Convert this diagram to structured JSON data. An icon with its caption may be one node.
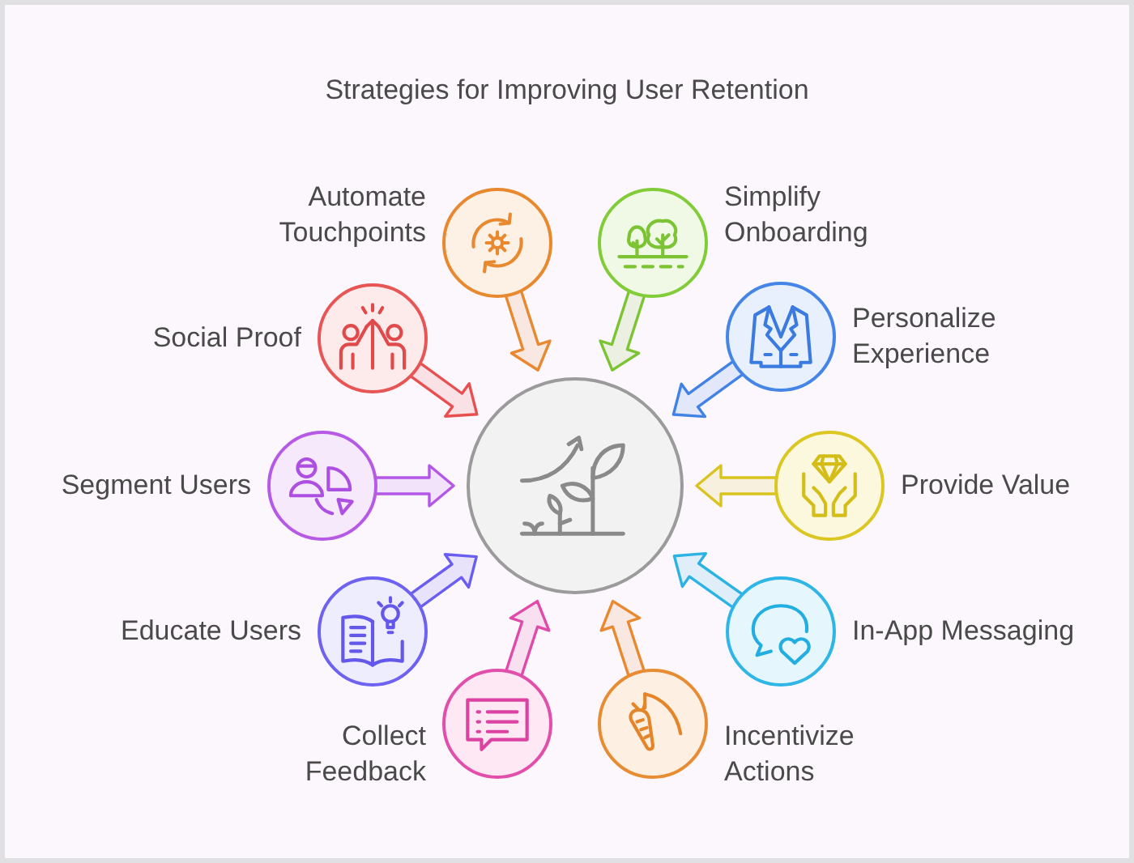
{
  "diagram": {
    "title": "Strategies for Improving User Retention",
    "nodes": [
      {
        "text": [
          "Automate Touchpoints"
        ]
      },
      {
        "text": [
          "Simplify Onboarding"
        ]
      },
      {
        "text": [
          "Social Proof"
        ]
      },
      {
        "text": [
          "Personalize Experience"
        ]
      },
      {
        "text": [
          "Segment Users"
        ]
      },
      {
        "text": [],
        "shape": "circle"
      },
      {
        "text": [
          "Provide Value"
        ]
      },
      {
        "text": [
          "Educate Users"
        ]
      },
      {
        "text": [
          "In-App Messaging"
        ]
      },
      {
        "text": [
          "Collect Feedback"
        ]
      },
      {
        "text": [
          "Incentivize Actions"
        ]
      }
    ],
    "edges": [
      {
        "from": 0,
        "to": 5,
        "arrow": "to",
        "color": "#e8892f"
      },
      {
        "from": 1,
        "to": 5,
        "arrow": "to",
        "color": "#7cc434"
      },
      {
        "from": 2,
        "to": 5,
        "arrow": "to",
        "color": "#e85050"
      },
      {
        "from": 3,
        "to": 5,
        "arrow": "to",
        "color": "#4182e6"
      },
      {
        "from": 4,
        "to": 5,
        "arrow": "to",
        "color": "#b358e6"
      },
      {
        "from": 6,
        "to": 5,
        "arrow": "to",
        "color": "#d9c31e"
      },
      {
        "from": 7,
        "to": 5,
        "arrow": "to",
        "color": "#6a5ef0"
      },
      {
        "from": 8,
        "to": 5,
        "arrow": "to",
        "color": "#2bb3e4"
      },
      {
        "from": 9,
        "to": 5,
        "arrow": "to",
        "color": "#e04aa8"
      },
      {
        "from": 10,
        "to": 5,
        "arrow": "to",
        "color": "#e8892f"
      }
    ]
  }
}
